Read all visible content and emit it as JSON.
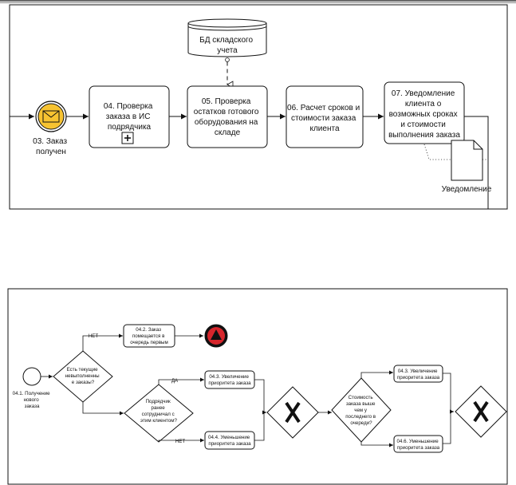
{
  "top_diagram": {
    "database": {
      "line1": "БД складского",
      "line2": "учета"
    },
    "start_event": {
      "line1": "03. Заказ",
      "line2": "получен"
    },
    "task04": {
      "line1": "04. Проверка",
      "line2": "заказа в ИС",
      "line3": "подрядчика"
    },
    "task05": {
      "line1": "05. Проверка",
      "line2": "остатков готового",
      "line3": "оборудования на",
      "line4": "складе"
    },
    "task06": {
      "line1": "06. Расчет сроков и",
      "line2": "стоимости заказа",
      "line3": "клиента"
    },
    "task07": {
      "line1": "07. Уведомление",
      "line2": "клиента о",
      "line3": "возможных сроках",
      "line4": "и стоимости",
      "line5": "выполнения заказа"
    },
    "document": {
      "label": "Уведомление"
    }
  },
  "bottom_diagram": {
    "start": {
      "line1": "04.1. Получение",
      "line2": "нового",
      "line3": "заказа"
    },
    "gw1": {
      "line1": "Есть текущие",
      "line2": "невыполненны",
      "line3": "е заказы?"
    },
    "gw2": {
      "line1": "Подрядчик",
      "line2": "ранее",
      "line3": "сотрудничал с",
      "line4": "этим клиентом?"
    },
    "gw3": {
      "line1": "Стоимость",
      "line2": "заказа выше",
      "line3": "чем у",
      "line4": "последнего в",
      "line5": "очереди?"
    },
    "t042": {
      "line1": "04.2. Заказ",
      "line2": "помещается в",
      "line3": "очередь первым"
    },
    "t043a": {
      "line1": "04.3. Увеличение",
      "line2": "приоритета заказа"
    },
    "t044": {
      "line1": "04.4. Уменьшение",
      "line2": "приоритета заказа"
    },
    "t043b": {
      "line1": "04.3. Увеличение",
      "line2": "приоритета заказа"
    },
    "t046": {
      "line1": "04.6. Уменьшение",
      "line2": "приоритета заказа"
    },
    "labels": {
      "net1": "НЕТ",
      "da": "ДА",
      "net2": "НЕТ"
    }
  }
}
